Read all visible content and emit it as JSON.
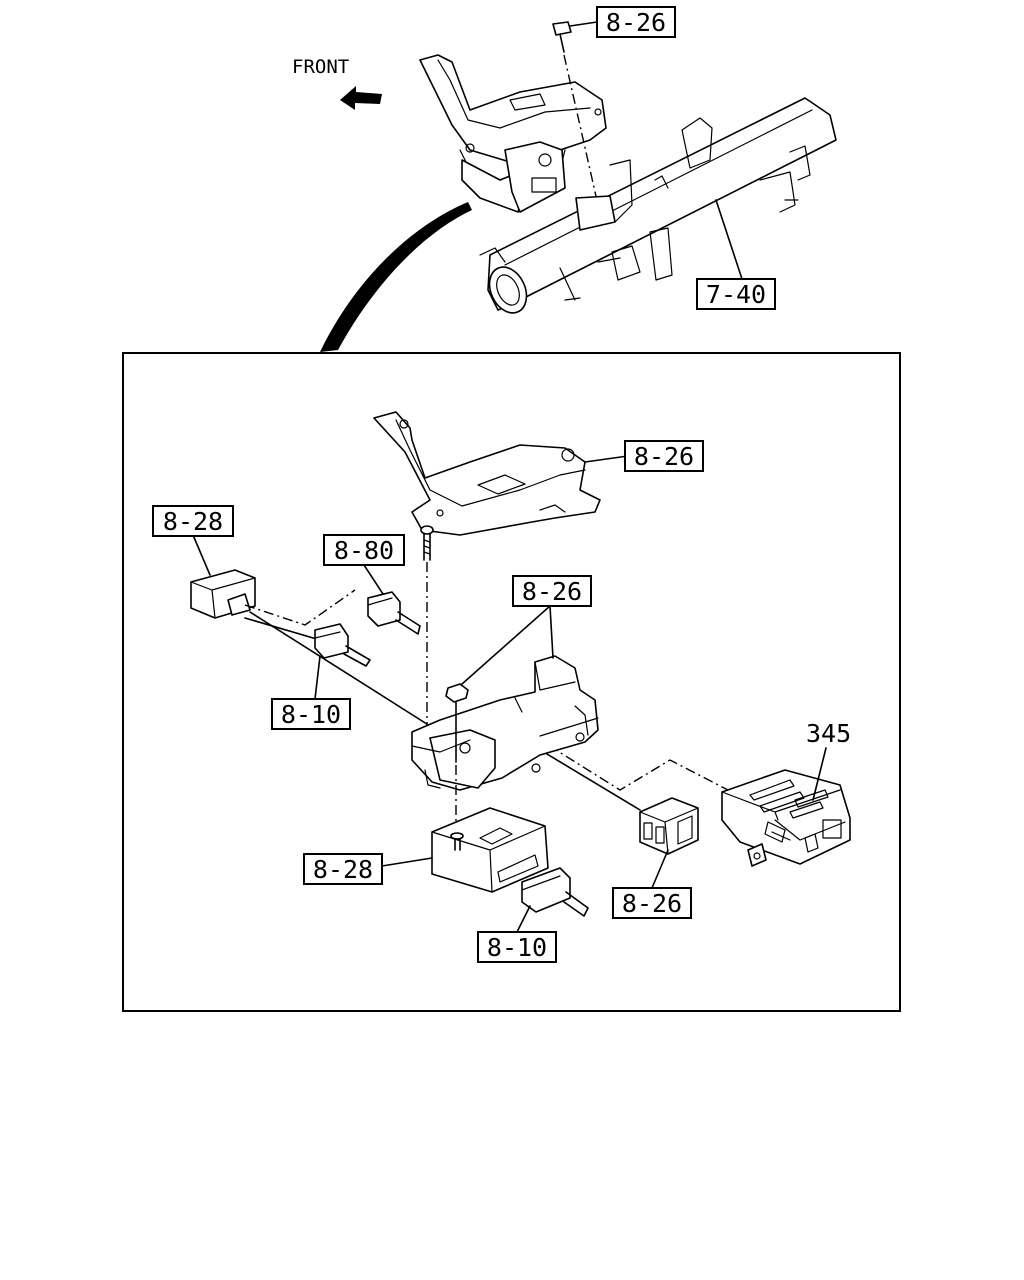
{
  "front_label": "FRONT",
  "top_refs": {
    "bolt": "8-26",
    "crossmember": "7-40"
  },
  "detail_refs": {
    "bracket_upper": "8-26",
    "connector_left": "8-28",
    "connector_mid": "8-80",
    "bracket_mount": "8-26",
    "connector_lower": "8-10",
    "module_345": "345",
    "ecu": "8-28",
    "relay": "8-26",
    "ecu_connector": "8-10"
  }
}
